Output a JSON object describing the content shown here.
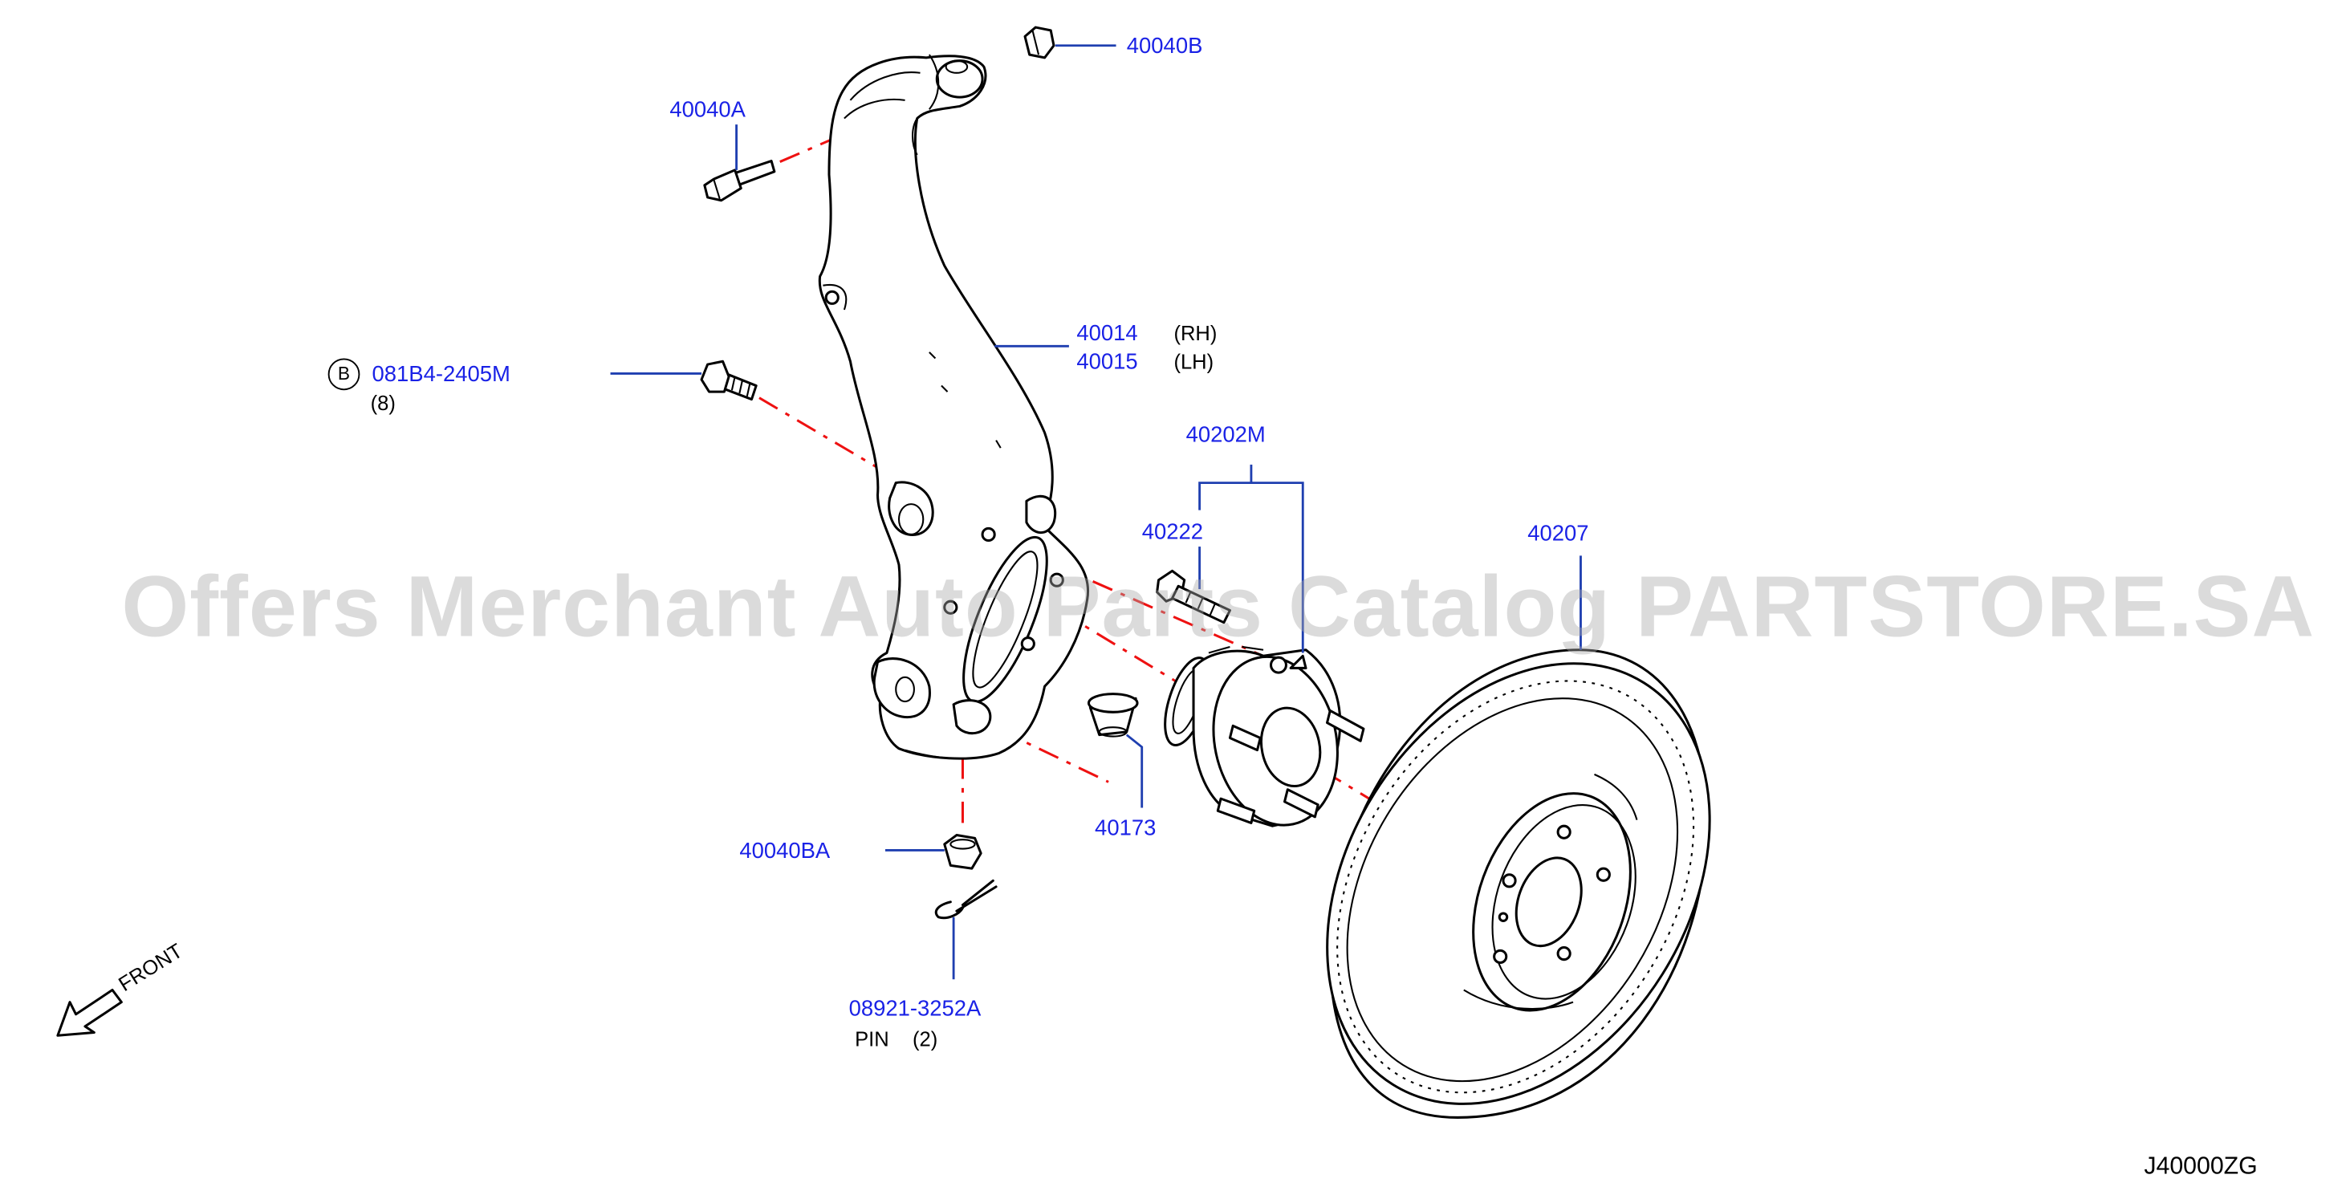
{
  "watermark": "Offers Merchant Auto Parts Catalog PARTSTORE.SA",
  "diagram_code": "J40000ZG",
  "front_label": "FRONT",
  "ref_symbol": "B",
  "colors": {
    "callout": "#1a22e6",
    "leader": "#1f3fb0",
    "centerline": "#ee1111",
    "line": "#000000"
  },
  "parts": {
    "bolt_40040A": "40040A",
    "nut_40040B": "40040B",
    "knuckle_rh_number": "40014",
    "knuckle_rh_side": "(RH)",
    "knuckle_lh_number": "40015",
    "knuckle_lh_side": "(LH)",
    "bolt_081B4": "081B4-2405M",
    "bolt_081B4_qty": "(8)",
    "hub_assembly": "40202M",
    "hub_bolt": "40222",
    "rotor": "40207",
    "dust_seal": "40173",
    "nut_40040BA": "40040BA",
    "cotter_pin_number": "08921-3252A",
    "cotter_pin_name": "PIN",
    "cotter_pin_qty": "(2)"
  }
}
